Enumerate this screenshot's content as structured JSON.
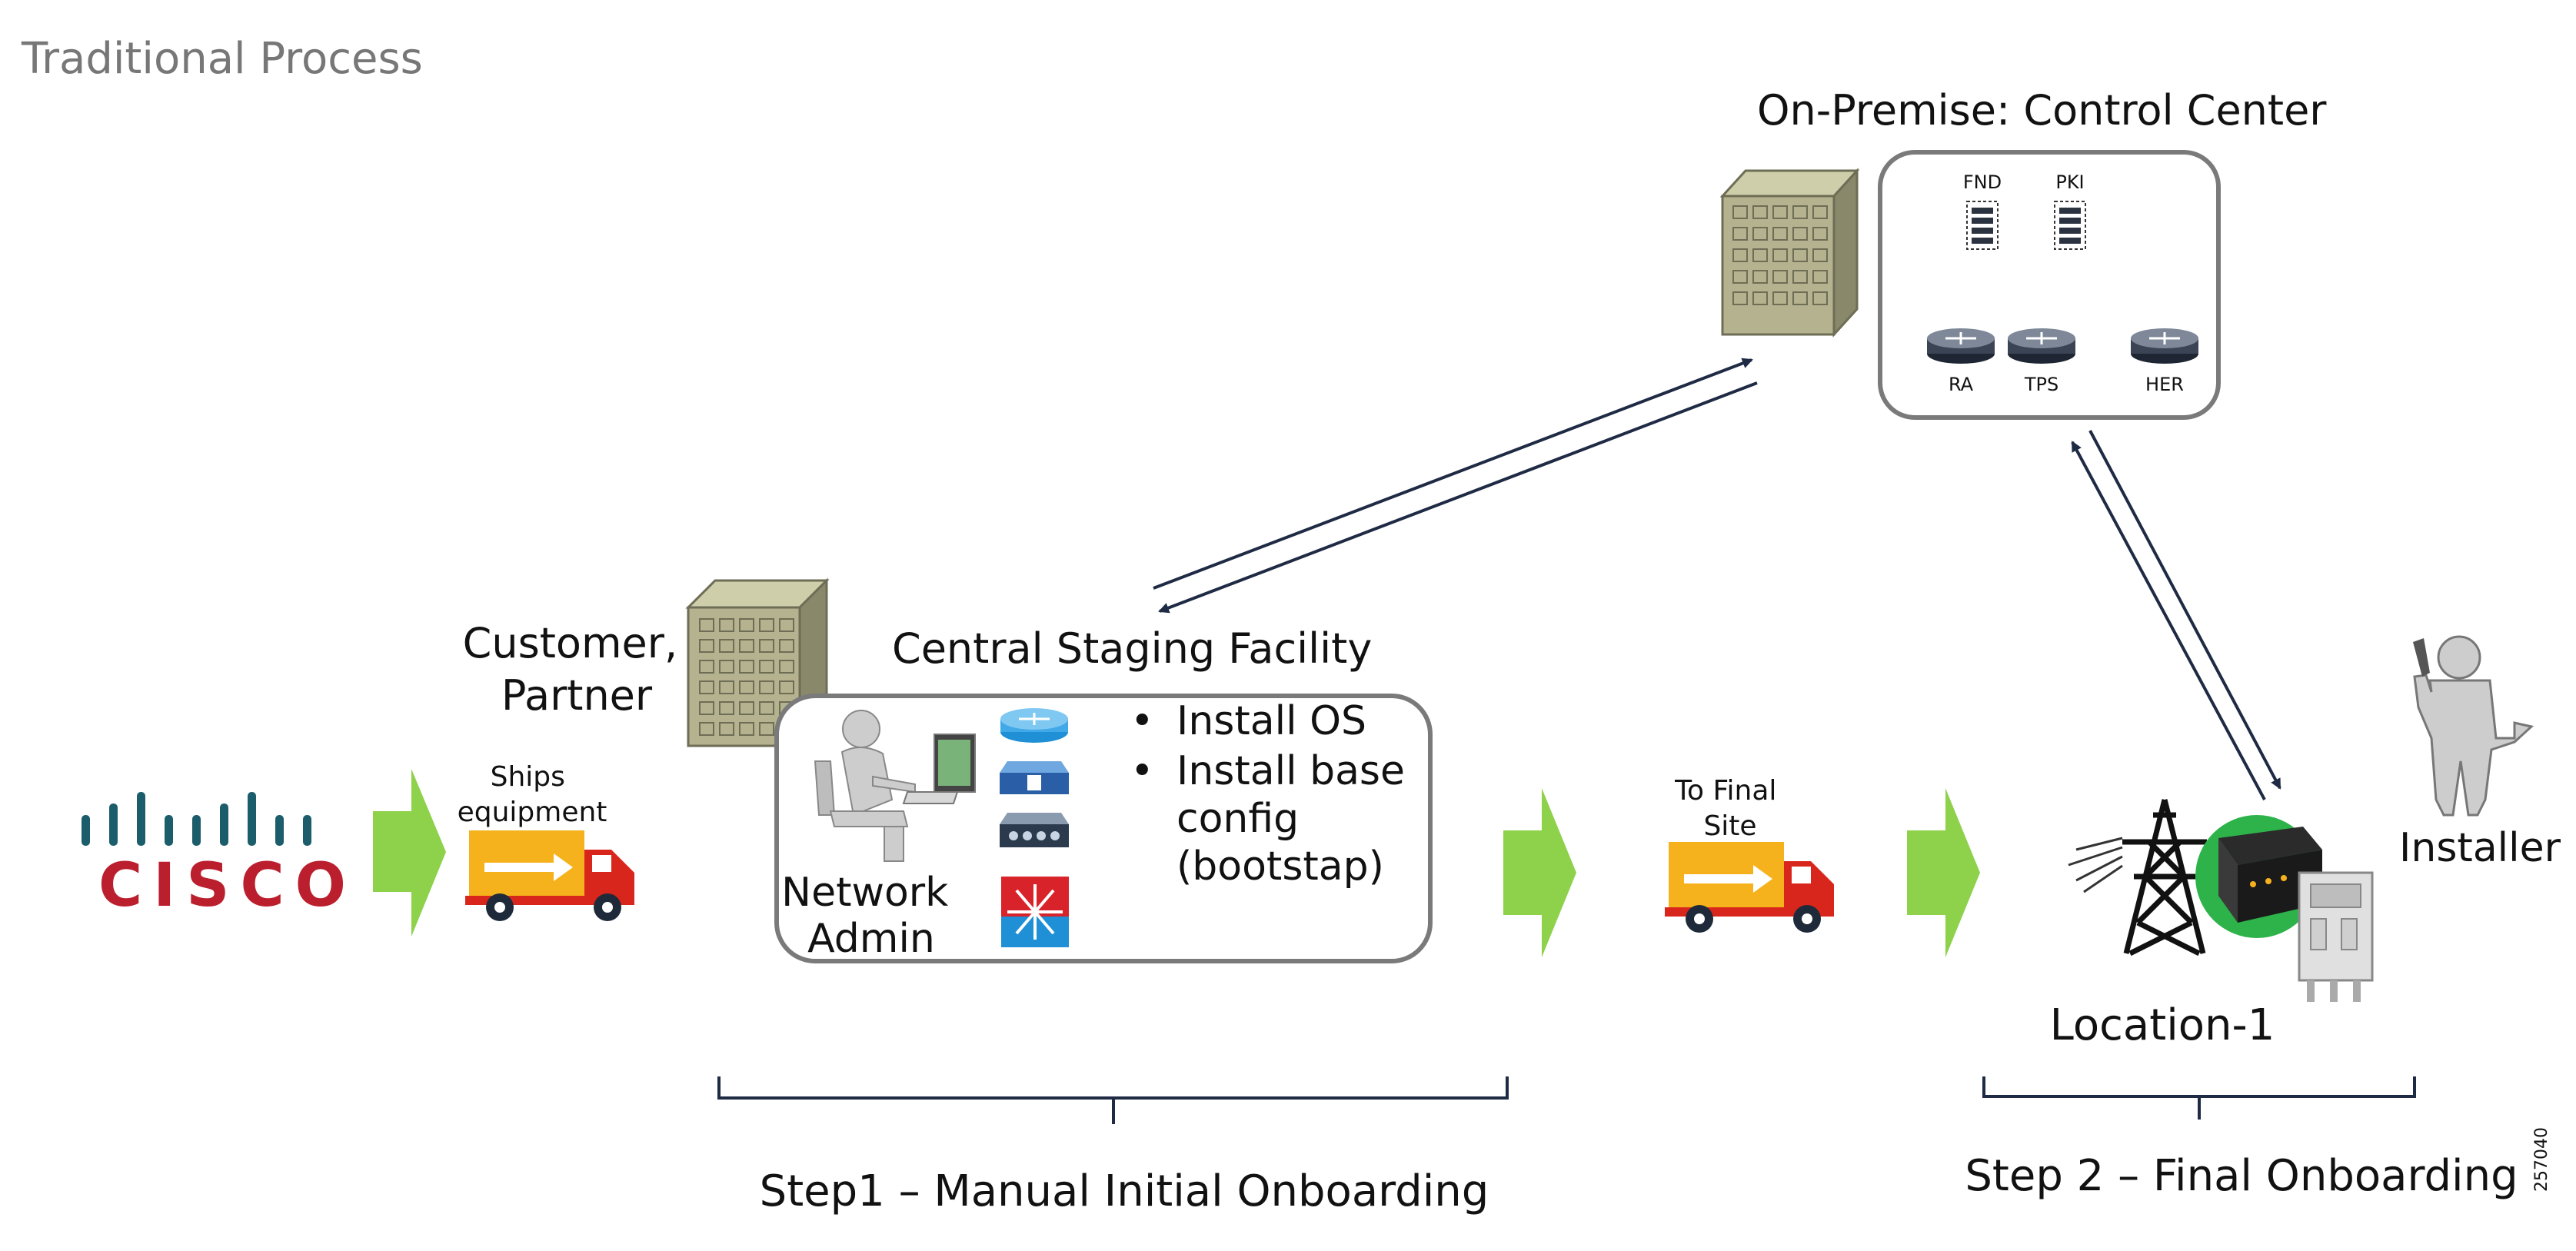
{
  "diagram": {
    "title": "Traditional Process",
    "cisco_logo_text": "CISCO",
    "ships_label": [
      "Ships",
      "equipment"
    ],
    "customer_label": [
      "Customer,",
      "Partner"
    ],
    "staging": {
      "title": "Central Staging Facility",
      "admin_label": [
        "Network",
        "Admin"
      ],
      "tasks": [
        "Install OS",
        "Install base",
        "config",
        "(bootstap)"
      ]
    },
    "control_center": {
      "title": "On-Premise: Control Center",
      "servers": [
        "FND",
        "PKI"
      ],
      "routers": [
        "RA",
        "TPS",
        "HER"
      ]
    },
    "to_final_site": [
      "To Final",
      "Site"
    ],
    "location_label": "Location-1",
    "installer_label": "Installer",
    "step1_label": "Step1 – Manual Initial Onboarding",
    "step2_label": "Step 2 – Final Onboarding",
    "figure_id": "257040",
    "colors": {
      "cisco_red": "#bb1f2e",
      "cisco_teal": "#1b5d6b",
      "arrow_green": "#8ed14b",
      "truck_orange": "#f6b21c",
      "truck_red": "#d9261c",
      "box_stroke": "#7a7a7a",
      "connector": "#1f2a44",
      "building": "#b5b38f"
    }
  }
}
